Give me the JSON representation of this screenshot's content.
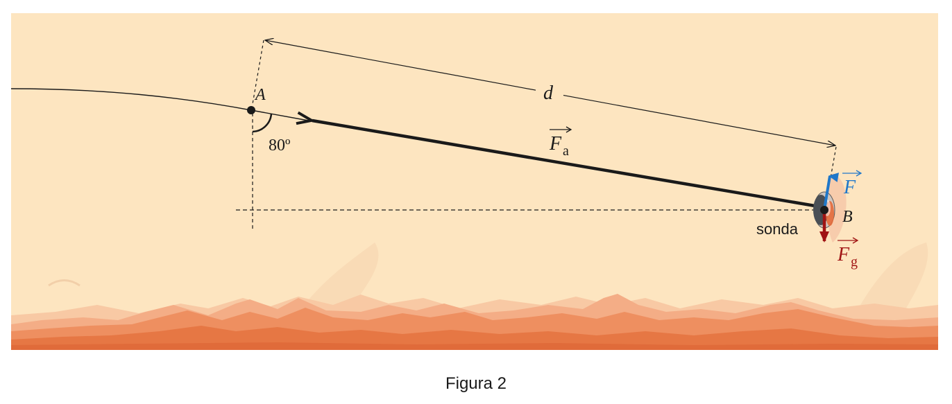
{
  "colors": {
    "sky": "#fde5c0",
    "mountain_light": "#f4b08a",
    "mountain_mid": "#ec8a5a",
    "mountain_dark": "#e06b3a",
    "force_F": "#1f77c9",
    "force_Fg": "#a01414",
    "ink": "#1a1a1a"
  },
  "labels": {
    "point_a": "A",
    "point_b": "B",
    "distance": "d",
    "angle": "80º",
    "force_applied_letter": "F",
    "force_applied_sub": "a",
    "force_F_letter": "F",
    "force_gravity_letter": "F",
    "force_gravity_sub": "g",
    "probe": "sonda"
  },
  "caption": "Figura 2"
}
